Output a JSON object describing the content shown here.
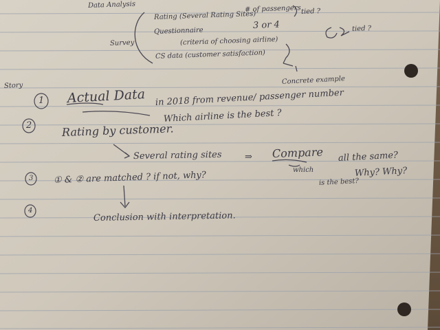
{
  "notes": {
    "header": {
      "data_analysis": "Data Analysis",
      "passengers": "# of passengers",
      "tied_1": "tied ?",
      "rating": "Rating (Several Rating Sites)",
      "three_or_four": "3 or 4",
      "questionnaire": "Questionnaire",
      "criteria": "(criteria of choosing airline)",
      "survey": "Survey",
      "cs_data": "CS data (customer satisfaction)",
      "tied_2": "tied ?"
    },
    "story": {
      "label": "Story",
      "concrete_example": "Concrete example",
      "item1_num": "1",
      "item1_title": "Actual Data",
      "item1_text": "in 2018 from revenue/ passenger number",
      "item1_question": "Which airline is the best ?",
      "item2_num": "2",
      "item2_title": "Rating by customer.",
      "item2_sites": "Several rating sites",
      "item2_arrow": "⇒",
      "item2_compare": "Compare",
      "item2_same": "all the same?",
      "item2_which": "which",
      "item2_why": "Why? Why?",
      "item2_best": "is the best?",
      "item3_num": "3",
      "item3_text": "① & ② are matched ? if not, why?",
      "item4_num": "4",
      "item4_text": "Conclusion with interpretation."
    }
  }
}
